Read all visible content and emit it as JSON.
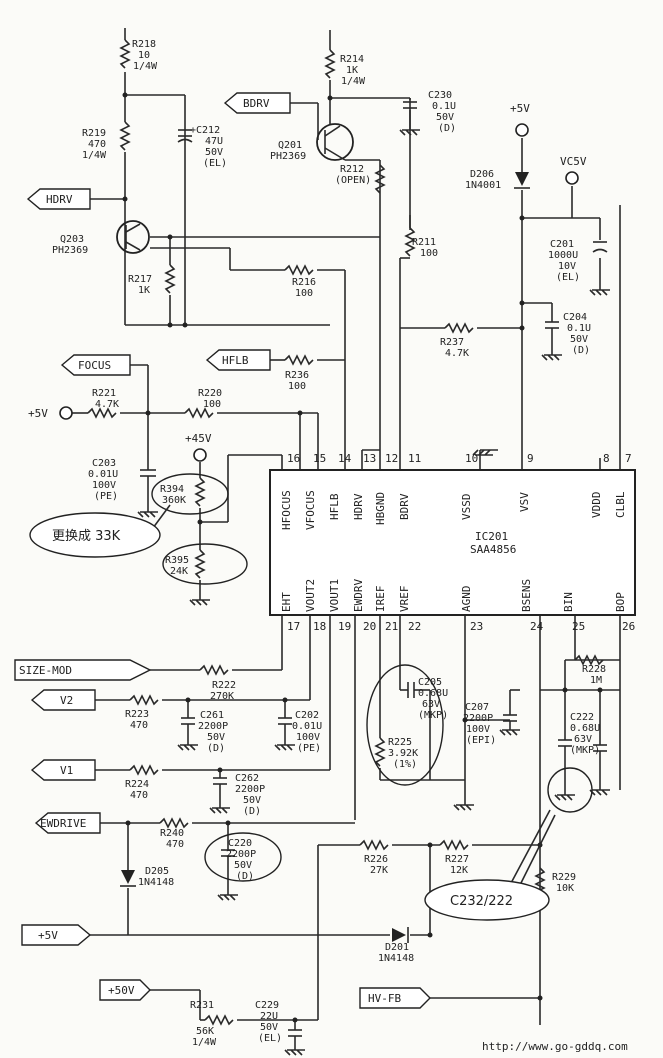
{
  "ic": {
    "ref": "IC201",
    "part": "SAA4856"
  },
  "pins_top": [
    {
      "num": "16",
      "name": "HFOCUS"
    },
    {
      "num": "15",
      "name": "VFOCUS"
    },
    {
      "num": "14",
      "name": "HFLB"
    },
    {
      "num": "13",
      "name": "HDRV"
    },
    {
      "num": "12",
      "name": "HBGND"
    },
    {
      "num": "11",
      "name": "BDRV"
    },
    {
      "num": "10",
      "name": "VSSD"
    },
    {
      "num": "9",
      "name": "VSV"
    },
    {
      "num": "8",
      "name": "VDDD"
    },
    {
      "num": "7",
      "name": "CLBL"
    }
  ],
  "pins_bottom": [
    {
      "num": "17",
      "name": "EHT"
    },
    {
      "num": "18",
      "name": "VOUT2"
    },
    {
      "num": "19",
      "name": "VOUT1"
    },
    {
      "num": "20",
      "name": "EWDRV"
    },
    {
      "num": "21",
      "name": "IREF"
    },
    {
      "num": "22",
      "name": "VREF"
    },
    {
      "num": "23",
      "name": "AGND"
    },
    {
      "num": "24",
      "name": "BSENS"
    },
    {
      "num": "25",
      "name": "BIN"
    },
    {
      "num": "26",
      "name": "BOP"
    }
  ],
  "tags": {
    "bdrv": "BDRV",
    "hdrv": "HDRV",
    "focus": "FOCUS",
    "hflb": "HFLB",
    "size_mod": "SIZE-MOD",
    "v2": "V2",
    "v1": "V1",
    "ewdrive": "EWDRIVE",
    "p5v_tag": "+5V",
    "p50v": "+50V",
    "hvfb": "HV-FB"
  },
  "supplies": {
    "p5v": "+5V",
    "vc5v": "VC5V",
    "p5v_left": "+5V",
    "p45v": "+45V"
  },
  "components": {
    "r218": [
      "R218",
      "10",
      "1/4W"
    ],
    "r214": [
      "R214",
      "1K",
      "1/4W"
    ],
    "c230": [
      "C230",
      "0.1U",
      "50V",
      "(D)"
    ],
    "r219": [
      "R219",
      "470",
      "1/4W"
    ],
    "c212": [
      "+C212",
      "47U",
      "50V",
      "(EL)"
    ],
    "q201": [
      "Q201",
      "PH2369"
    ],
    "r212": [
      "R212",
      "(OPEN)"
    ],
    "d206": [
      "D206",
      "1N4001"
    ],
    "q203": [
      "Q203",
      "PH2369"
    ],
    "r211": [
      "R211",
      "100"
    ],
    "c201": [
      "C201",
      "1000U",
      "10V",
      "(EL)"
    ],
    "r217": [
      "R217",
      "1K"
    ],
    "r216": [
      "R216",
      "100"
    ],
    "c204": [
      "C204",
      "0.1U",
      "50V",
      "(D)"
    ],
    "r237": [
      "R237",
      "4.7K"
    ],
    "r236": [
      "R236",
      "100"
    ],
    "r221": [
      "R221",
      "4.7K"
    ],
    "r220": [
      "R220",
      "100"
    ],
    "c203": [
      "C203",
      "0.01U",
      "100V",
      "(PE)"
    ],
    "r394": [
      "R394",
      "360K"
    ],
    "r395": [
      "R395",
      "24K"
    ],
    "r222": [
      "R222",
      "270K"
    ],
    "r223": [
      "R223",
      "470"
    ],
    "c261": [
      "C261",
      "2200P",
      "50V",
      "(D)"
    ],
    "c202": [
      "C202",
      "0.01U",
      "100V",
      "(PE)"
    ],
    "c205": [
      "C205",
      "0.68U",
      "63V",
      "(MKP)"
    ],
    "c207": [
      "C207",
      "2200P",
      "100V",
      "(EPI)"
    ],
    "r225": [
      "R225",
      "3.92K",
      "(1%)"
    ],
    "r228": [
      "R228",
      "1M"
    ],
    "c222": [
      "C222",
      "0.68U",
      "63V",
      "(MKP)"
    ],
    "r224": [
      "R224",
      "470"
    ],
    "c262": [
      "C262",
      "2200P",
      "50V",
      "(D)"
    ],
    "r240": [
      "R240",
      "470"
    ],
    "c220": [
      "C220",
      "2200P",
      "50V",
      "(D)"
    ],
    "d205": [
      "D205",
      "1N4148"
    ],
    "r226": [
      "R226",
      "27K"
    ],
    "r227": [
      "R227",
      "12K"
    ],
    "r229": [
      "R229",
      "10K"
    ],
    "d201": [
      "D201",
      "1N4148"
    ],
    "r231": [
      "R231",
      "56K",
      "1/4W"
    ],
    "c229": [
      "C229",
      "22U",
      "50V",
      "(EL)"
    ]
  },
  "notes": {
    "replace": "更换成 33K",
    "c232": "C232/222"
  },
  "watermark": "http://www.go-gddq.com"
}
